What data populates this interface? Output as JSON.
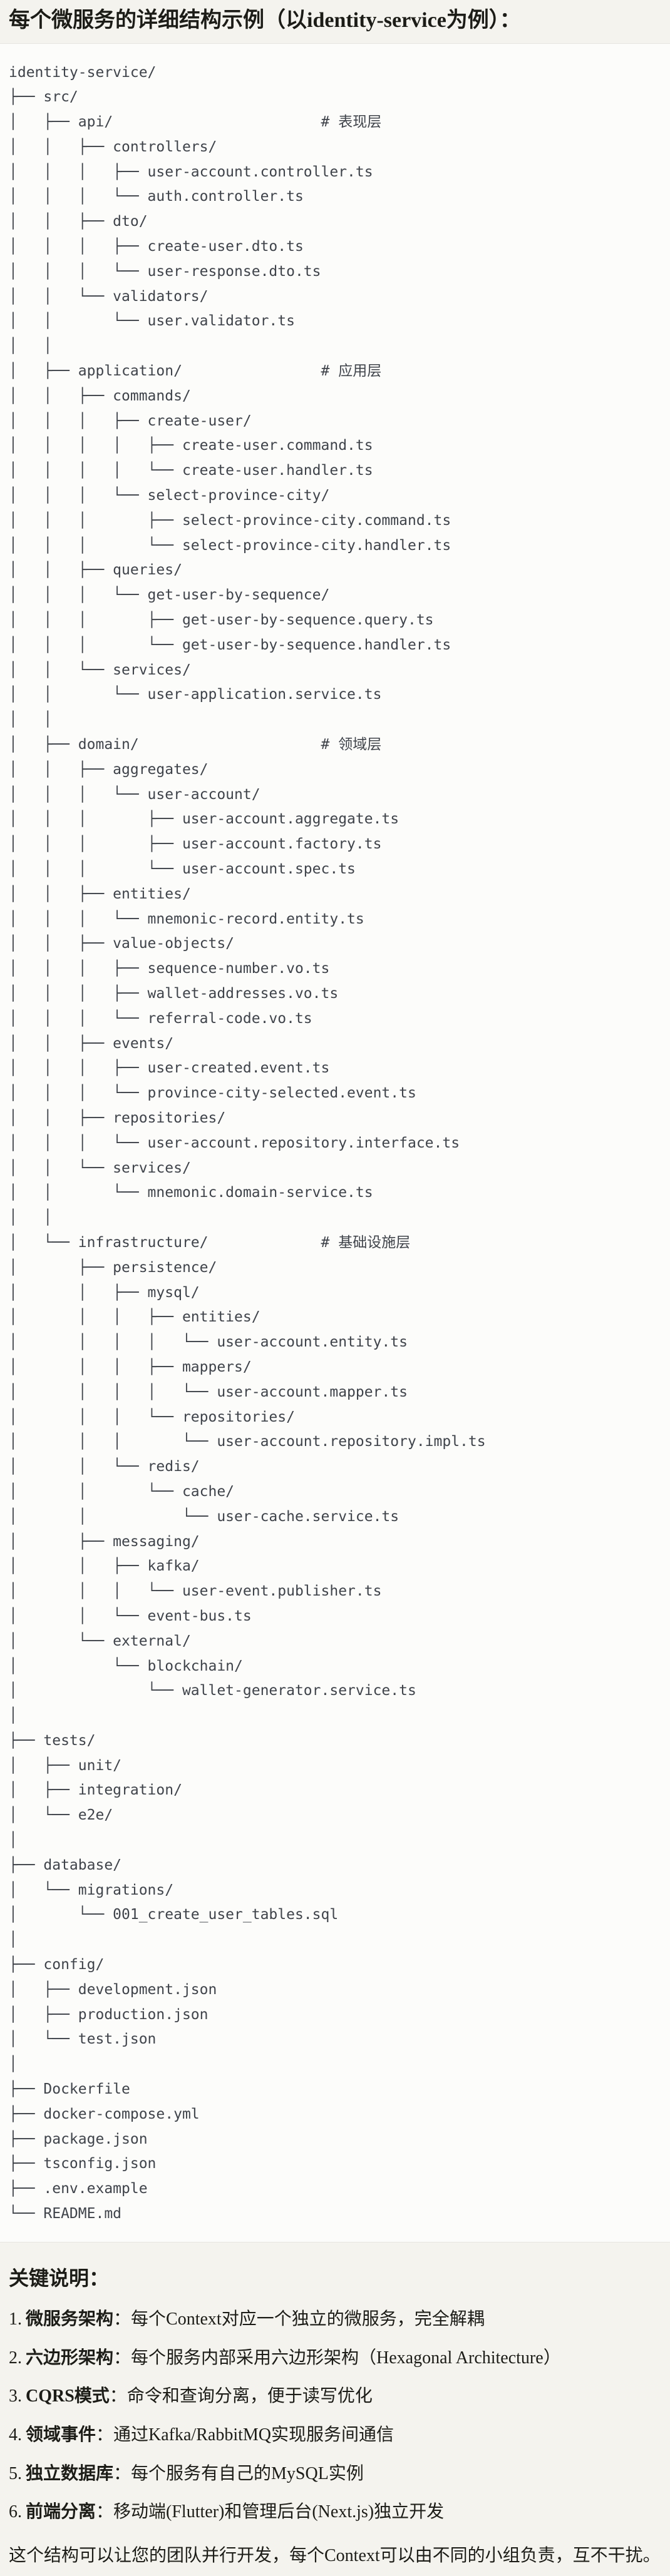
{
  "page": {
    "title": "每个微服务的详细结构示例（以identity-service为例）："
  },
  "tree": {
    "text": "identity-service/\n├── src/\n│   ├── api/                        # 表现层\n│   │   ├── controllers/\n│   │   │   ├── user-account.controller.ts\n│   │   │   └── auth.controller.ts\n│   │   ├── dto/\n│   │   │   ├── create-user.dto.ts\n│   │   │   └── user-response.dto.ts\n│   │   └── validators/\n│   │       └── user.validator.ts\n│   │\n│   ├── application/                # 应用层\n│   │   ├── commands/\n│   │   │   ├── create-user/\n│   │   │   │   ├── create-user.command.ts\n│   │   │   │   └── create-user.handler.ts\n│   │   │   └── select-province-city/\n│   │   │       ├── select-province-city.command.ts\n│   │   │       └── select-province-city.handler.ts\n│   │   ├── queries/\n│   │   │   └── get-user-by-sequence/\n│   │   │       ├── get-user-by-sequence.query.ts\n│   │   │       └── get-user-by-sequence.handler.ts\n│   │   └── services/\n│   │       └── user-application.service.ts\n│   │\n│   ├── domain/                     # 领域层\n│   │   ├── aggregates/\n│   │   │   └── user-account/\n│   │   │       ├── user-account.aggregate.ts\n│   │   │       ├── user-account.factory.ts\n│   │   │       └── user-account.spec.ts\n│   │   ├── entities/\n│   │   │   └── mnemonic-record.entity.ts\n│   │   ├── value-objects/\n│   │   │   ├── sequence-number.vo.ts\n│   │   │   ├── wallet-addresses.vo.ts\n│   │   │   └── referral-code.vo.ts\n│   │   ├── events/\n│   │   │   ├── user-created.event.ts\n│   │   │   └── province-city-selected.event.ts\n│   │   ├── repositories/\n│   │   │   └── user-account.repository.interface.ts\n│   │   └── services/\n│   │       └── mnemonic.domain-service.ts\n│   │\n│   └── infrastructure/             # 基础设施层\n│       ├── persistence/\n│       │   ├── mysql/\n│       │   │   ├── entities/\n│       │   │   │   └── user-account.entity.ts\n│       │   │   ├── mappers/\n│       │   │   │   └── user-account.mapper.ts\n│       │   │   └── repositories/\n│       │   │       └── user-account.repository.impl.ts\n│       │   └── redis/\n│       │       └── cache/\n│       │           └── user-cache.service.ts\n│       ├── messaging/\n│       │   ├── kafka/\n│       │   │   └── user-event.publisher.ts\n│       │   └── event-bus.ts\n│       └── external/\n│           └── blockchain/\n│               └── wallet-generator.service.ts\n│\n├── tests/\n│   ├── unit/\n│   ├── integration/\n│   └── e2e/\n│\n├── database/\n│   └── migrations/\n│       └── 001_create_user_tables.sql\n│\n├── config/\n│   ├── development.json\n│   ├── production.json\n│   └── test.json\n│\n├── Dockerfile\n├── docker-compose.yml\n├── package.json\n├── tsconfig.json\n├── .env.example\n└── README.md"
  },
  "notes": {
    "heading": "关键说明：",
    "items": [
      {
        "num": "1.",
        "term": "微服务架构",
        "colon": "：",
        "desc": "每个Context对应一个独立的微服务，完全解耦"
      },
      {
        "num": "2.",
        "term": "六边形架构",
        "colon": "：",
        "desc": "每个服务内部采用六边形架构（Hexagonal Architecture）"
      },
      {
        "num": "3.",
        "term": "CQRS模式",
        "colon": "：",
        "desc": "命令和查询分离，便于读写优化"
      },
      {
        "num": "4.",
        "term": "领域事件",
        "colon": "：",
        "desc": "通过Kafka/RabbitMQ实现服务间通信"
      },
      {
        "num": "5.",
        "term": "独立数据库",
        "colon": "：",
        "desc": "每个服务有自己的MySQL实例"
      },
      {
        "num": "6.",
        "term": "前端分离",
        "colon": "：",
        "desc": "移动端(Flutter)和管理后台(Next.js)独立开发"
      }
    ],
    "footer": "这个结构可以让您的团队并行开发，每个Context可以由不同的小组负责，互不干扰。"
  },
  "colors": {
    "page_background": "#f4f3ee",
    "code_background": "#fcfcfa",
    "code_border": "#e6e5e0",
    "tree_text": "#3f434a",
    "body_text": "#1c1c17"
  }
}
